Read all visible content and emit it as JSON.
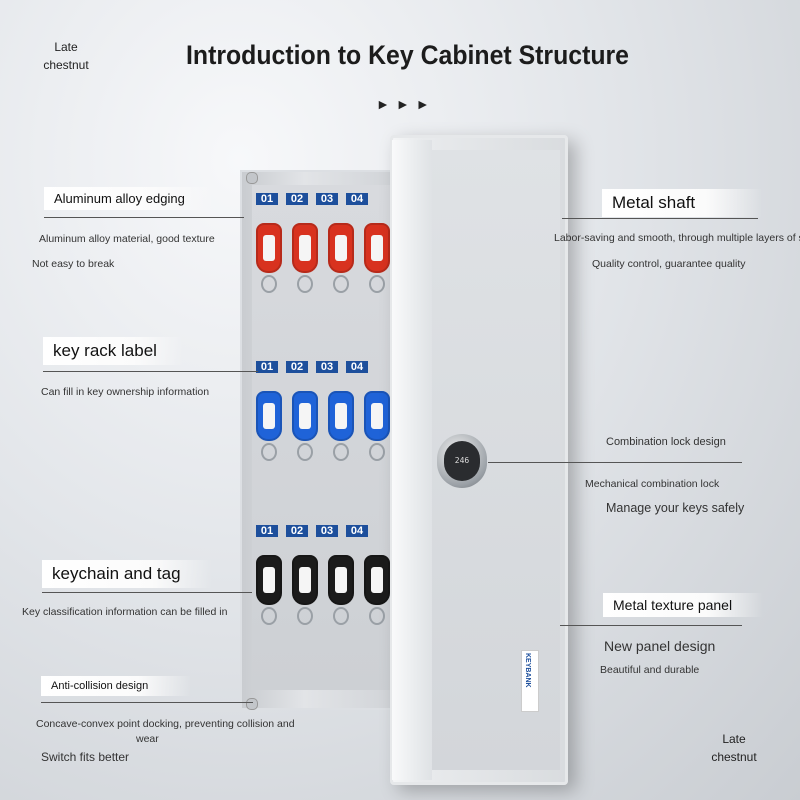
{
  "brand": {
    "top_left": [
      "Late",
      "chestnut"
    ],
    "bottom_right": [
      "Late",
      "chestnut"
    ]
  },
  "title": "Introduction to Key Cabinet Structure",
  "arrows": "►►►",
  "features": {
    "aluminum_edging": {
      "label": "Aluminum alloy edging",
      "desc": [
        "Aluminum alloy material, good texture",
        "Not easy to break"
      ]
    },
    "key_rack_label": {
      "label": "key rack label",
      "desc": [
        "Can fill in key ownership information"
      ]
    },
    "keychain_tag": {
      "label": "keychain and tag",
      "desc": [
        "Key classification information can be filled in"
      ]
    },
    "anti_collision": {
      "label": "Anti-collision design",
      "desc": [
        "Concave-convex point docking, preventing collision and",
        "wear",
        "Switch fits better"
      ]
    },
    "metal_shaft": {
      "label": "Metal shaft",
      "desc": [
        "Labor-saving and smooth, through multiple layers of strict",
        "Quality control, guarantee quality"
      ]
    },
    "combination_lock": {
      "label": "Combination lock design",
      "desc": [
        "Mechanical combination lock",
        "Manage your keys safely"
      ]
    },
    "metal_panel": {
      "label": "Metal texture panel",
      "desc": [
        "New panel design",
        "Beautiful and durable"
      ]
    }
  },
  "cabinet": {
    "slot_numbers": [
      "01",
      "02",
      "03",
      "04"
    ],
    "tag_colors": {
      "row1": "#d8321f",
      "row2": "#1f63d8",
      "row3": "#1b1b1b"
    },
    "lock_digits": "246",
    "plate_text": "KEYBANK"
  }
}
